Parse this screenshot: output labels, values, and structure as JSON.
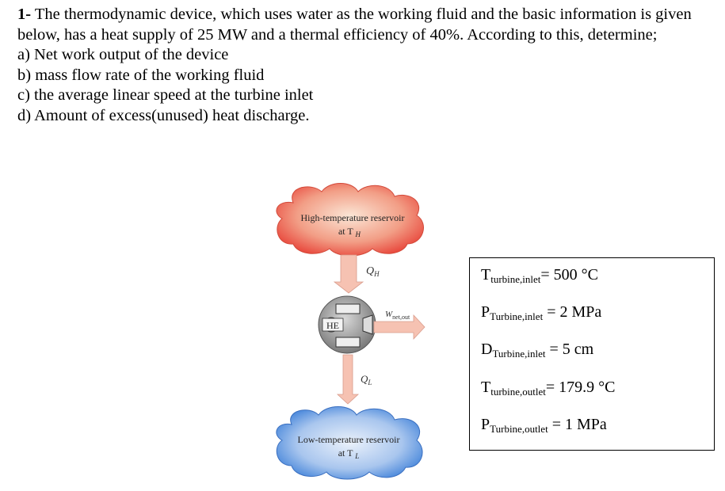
{
  "question": {
    "number": "1-",
    "intro": "The thermodynamic device, which uses water as the working fluid and the basic information is given below, has a heat supply of 25 MW and a thermal efficiency of 40%. According to this, determine;",
    "parts": [
      "a) Net work output of the device",
      "b) mass flow rate of the working fluid",
      "c) the average linear speed at the turbine inlet",
      "d) Amount of excess(unused) heat discharge."
    ]
  },
  "diagram": {
    "high_reservoir_line1": "High-temperature reservoir",
    "high_reservoir_line2": "at T",
    "high_reservoir_sub": "H",
    "qh_main": "Q",
    "qh_sub": "H",
    "engine_label": "HE",
    "work_main": "W",
    "work_sub": "net,out",
    "ql_main": "Q",
    "ql_sub": "L",
    "low_reservoir_line1": "Low-temperature reservoir",
    "low_reservoir_line2": "at T",
    "low_reservoir_sub": "L",
    "colors": {
      "hot": "#e8453a",
      "cold": "#3a7ed8",
      "arrow": "#f4b8a8",
      "engine": "#8c8c8c"
    }
  },
  "given": [
    {
      "main": "T",
      "sub": "turbine,inlet",
      "rest": "= 500 °C"
    },
    {
      "main": "P",
      "sub": "Turbine,inlet",
      "rest": " = 2 MPa"
    },
    {
      "main": "D",
      "sub": "Turbine,inlet",
      "rest": " = 5 cm"
    },
    {
      "main": "T",
      "sub": "turbine,outlet",
      "rest": "= 179.9 °C"
    },
    {
      "main": "P",
      "sub": "Turbine,outlet",
      "rest": " = 1 MPa"
    }
  ]
}
